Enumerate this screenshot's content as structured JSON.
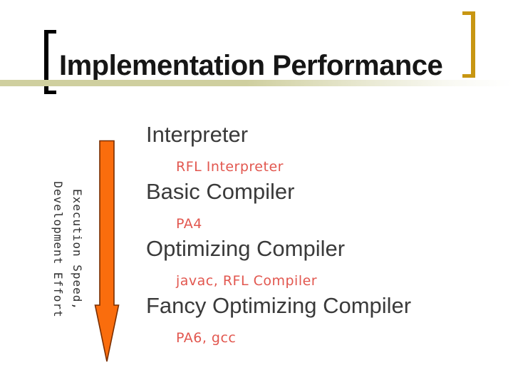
{
  "slide": {
    "title": "Implementation Performance",
    "vertical_axis_label": {
      "line1": "Execution Speed,",
      "line2": "Development Effort"
    },
    "arrow": {
      "direction": "down",
      "meaning": "increasing execution speed and development effort"
    },
    "items": [
      {
        "type": "main",
        "label": "Interpreter"
      },
      {
        "type": "sub",
        "label": "RFL Interpreter"
      },
      {
        "type": "main",
        "label": "Basic Compiler"
      },
      {
        "type": "sub",
        "label": "PA4"
      },
      {
        "type": "main",
        "label": "Optimizing Compiler"
      },
      {
        "type": "sub",
        "label": "javac, RFL Compiler"
      },
      {
        "type": "main",
        "label": "Fancy Optimizing Compiler"
      },
      {
        "type": "sub",
        "label": "PA6, gcc"
      }
    ],
    "colors": {
      "title": "#161616",
      "main_item": "#3a3a3a",
      "sub_item": "#e2574f",
      "arrow_fill": "#fa6d0d",
      "arrow_outline": "#7a2e00",
      "bracket_left": "#000000",
      "bracket_right": "#c89612",
      "rule": "#cfcf9f",
      "vertical_label": "#2f2f2f",
      "background": "#ffffff"
    }
  }
}
